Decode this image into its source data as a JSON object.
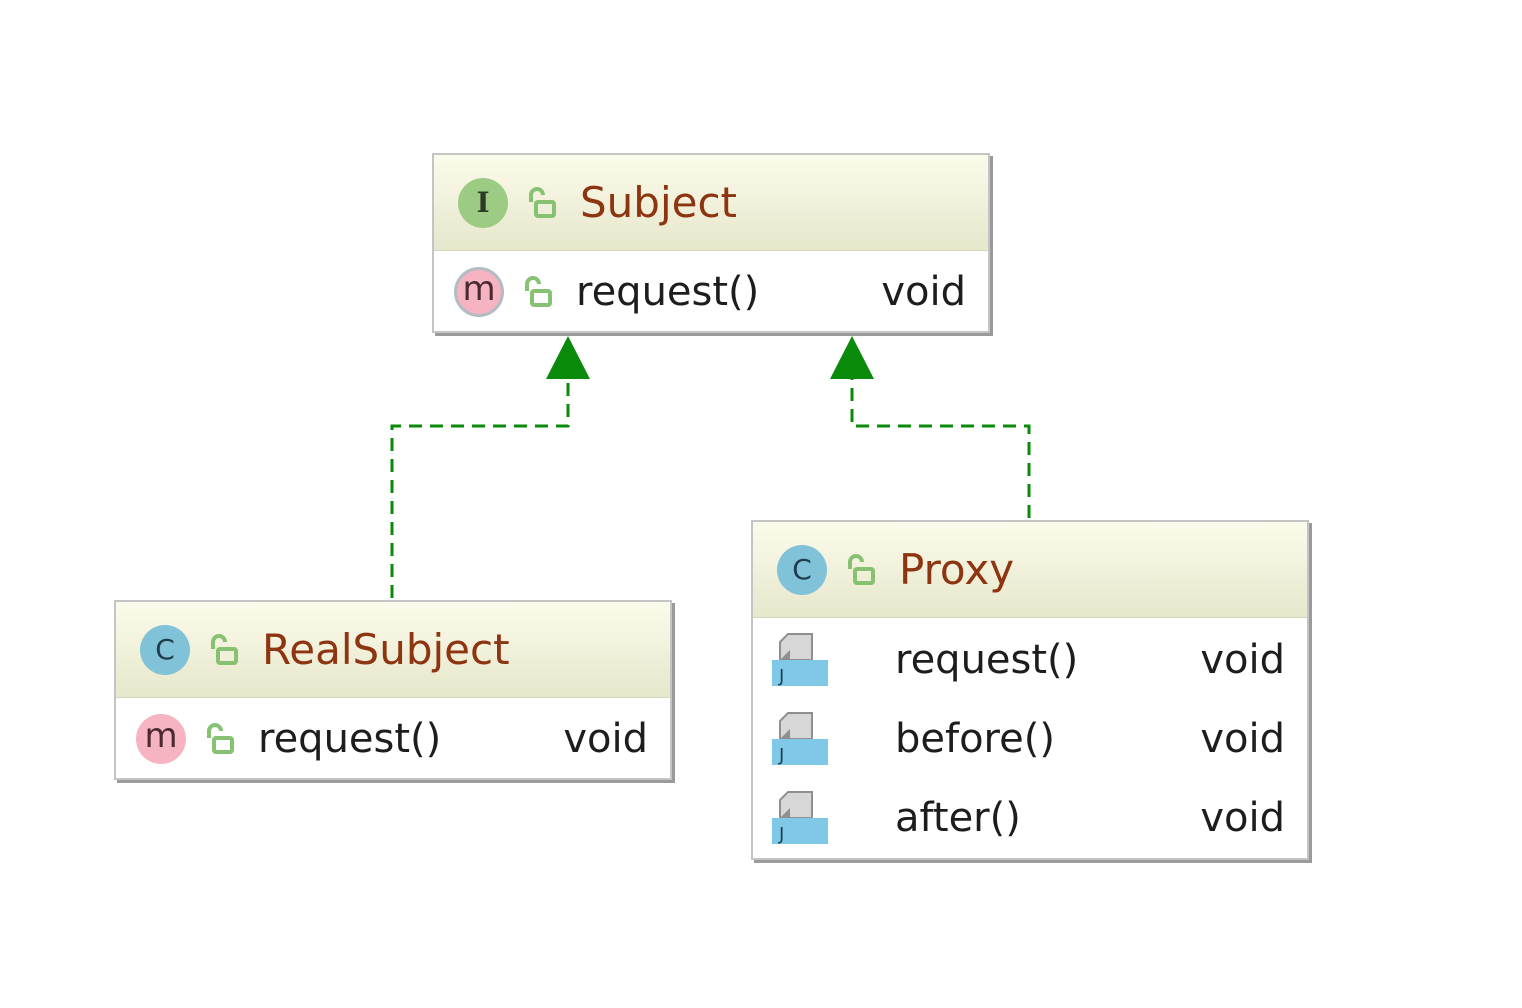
{
  "colors": {
    "class_name": "#8d3410",
    "edge": "#0a8a0a",
    "header_top": "#fbfbeb",
    "header_bottom": "#e7e7cc"
  },
  "classes": [
    {
      "id": "subject",
      "kind_letter": "I",
      "kind_icon": "interface-icon",
      "name": "Subject",
      "members": [
        {
          "icon": "method-icon",
          "name": "request()",
          "type": "void"
        }
      ]
    },
    {
      "id": "realsubject",
      "kind_letter": "C",
      "kind_icon": "class-icon",
      "name": "RealSubject",
      "members": [
        {
          "icon": "method-icon",
          "name": "request()",
          "type": "void"
        }
      ]
    },
    {
      "id": "proxy",
      "kind_letter": "C",
      "kind_icon": "class-icon",
      "name": "Proxy",
      "members": [
        {
          "icon": "java-file-icon",
          "name": "request()",
          "type": "void"
        },
        {
          "icon": "java-file-icon",
          "name": "before()",
          "type": "void"
        },
        {
          "icon": "java-file-icon",
          "name": "after()",
          "type": "void"
        }
      ]
    }
  ],
  "java_icon_letter": "J",
  "relations": [
    {
      "from": "realsubject",
      "to": "subject",
      "kind": "realization"
    },
    {
      "from": "proxy",
      "to": "subject",
      "kind": "realization"
    }
  ]
}
